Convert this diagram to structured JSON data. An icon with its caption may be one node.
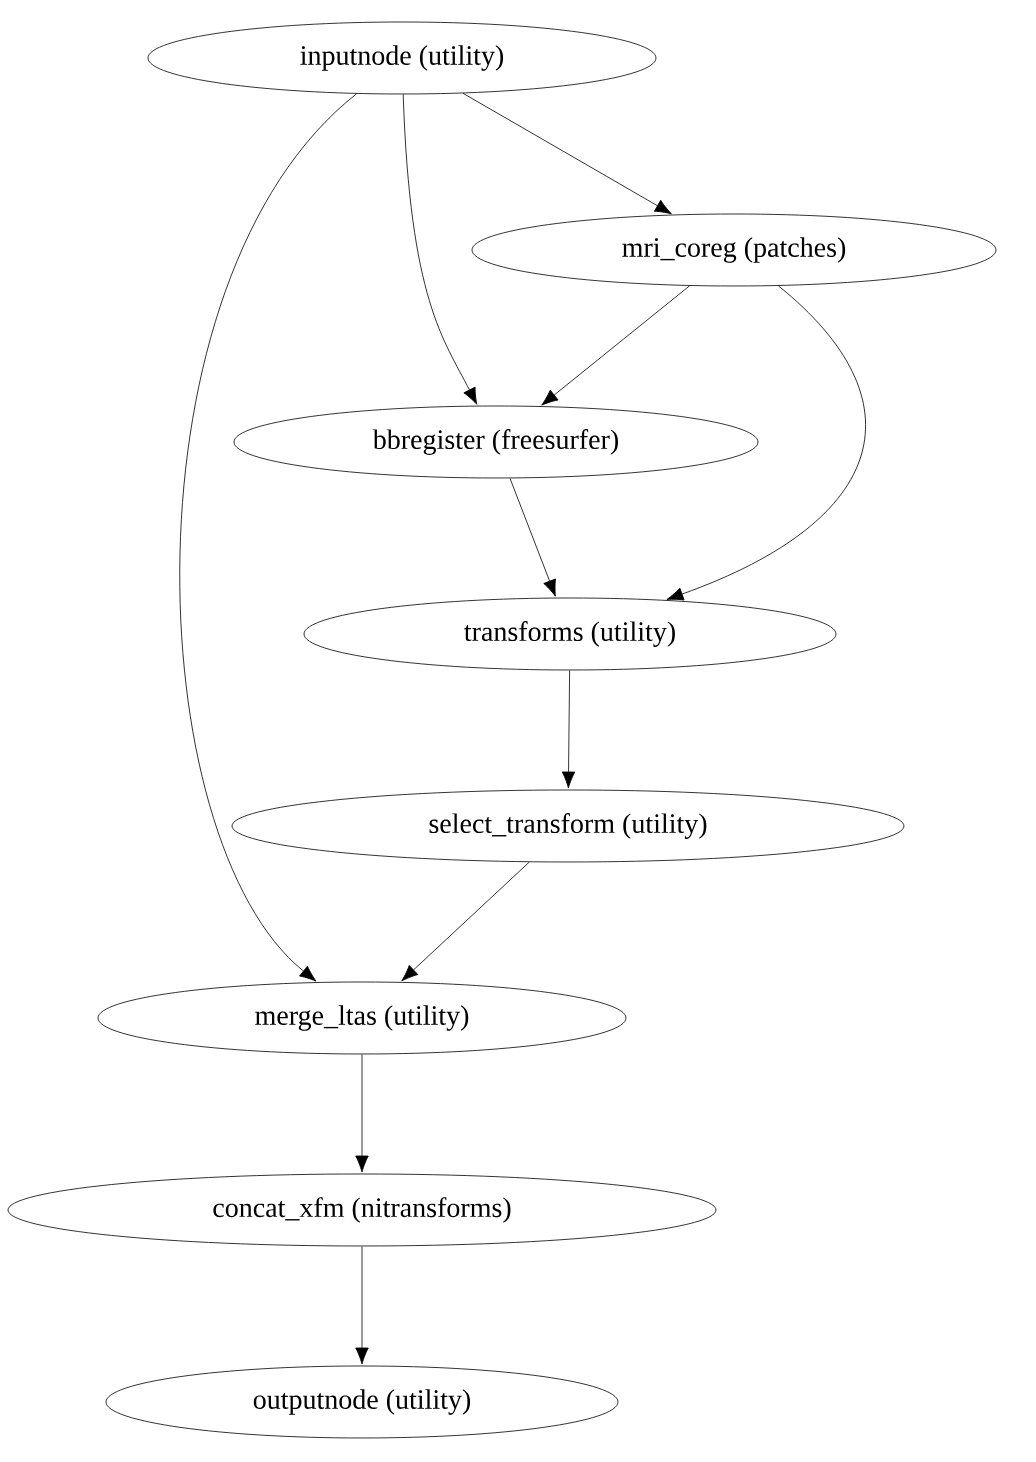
{
  "diagram": {
    "nodes": [
      {
        "text": [
          "inputnode (utility)"
        ]
      },
      {
        "text": [
          "mri_coreg (patches)"
        ]
      },
      {
        "text": [
          "bbregister (freesurfer)"
        ]
      },
      {
        "text": [
          "transforms (utility)"
        ]
      },
      {
        "text": [
          "select_transform (utility)"
        ]
      },
      {
        "text": [
          "merge_ltas (utility)"
        ]
      },
      {
        "text": [
          "concat_xfm (nitransforms)"
        ]
      },
      {
        "text": [
          "outputnode (utility)"
        ]
      }
    ],
    "edges": [
      {
        "from": 0,
        "to": 1,
        "arrow": "to"
      },
      {
        "from": 0,
        "to": 2,
        "arrow": "to"
      },
      {
        "from": 0,
        "to": 5,
        "arrow": "to"
      },
      {
        "from": 1,
        "to": 2,
        "arrow": "to"
      },
      {
        "from": 1,
        "to": 3,
        "arrow": "to"
      },
      {
        "from": 2,
        "to": 3,
        "arrow": "to"
      },
      {
        "from": 3,
        "to": 4,
        "arrow": "to"
      },
      {
        "from": 4,
        "to": 5,
        "arrow": "to"
      },
      {
        "from": 5,
        "to": 6,
        "arrow": "to"
      },
      {
        "from": 6,
        "to": 7,
        "arrow": "to"
      }
    ]
  }
}
